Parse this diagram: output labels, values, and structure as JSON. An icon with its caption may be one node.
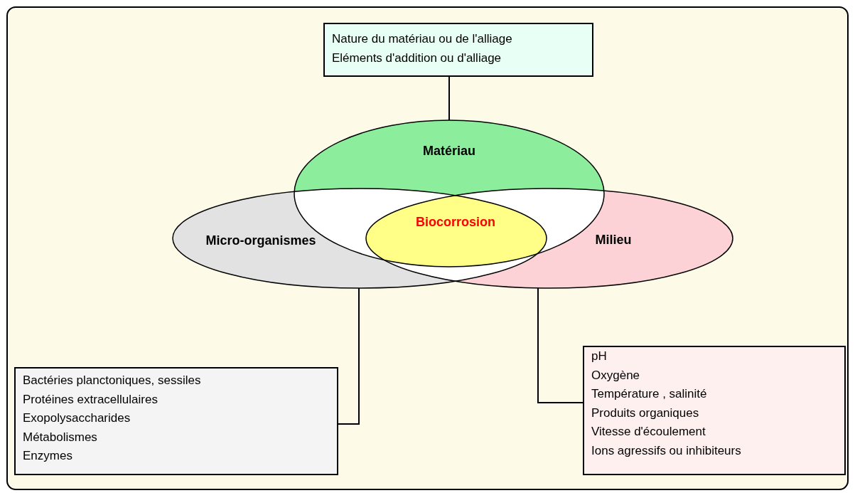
{
  "diagram": {
    "nodes": [
      {
        "text": [
          "Nature du matériau ou de l'alliage",
          "Eléments d'addition ou d'alliage"
        ]
      },
      {
        "text": [
          "Matériau"
        ]
      },
      {
        "text": [
          "Micro-organismes"
        ]
      },
      {
        "text": [
          "Milieu"
        ]
      },
      {
        "text": [
          "Biocorrosion"
        ]
      },
      {
        "text": [
          "Bactéries planctoniques, sessiles",
          "Protéines extracellulaires",
          "Exopolysaccharides",
          "Métabolismes",
          "Enzymes"
        ]
      },
      {
        "text": [
          "pH",
          "Oxygène",
          "Température , salinité",
          "Produits organiques",
          "Vitesse d'écoulement",
          "Ions agressifs ou inhibiteurs"
        ]
      }
    ],
    "edges": [
      {
        "from": 0,
        "to": 1,
        "arrow": "none"
      },
      {
        "from": 2,
        "to": 5,
        "arrow": "none"
      },
      {
        "from": 3,
        "to": 6,
        "arrow": "none"
      }
    ]
  }
}
